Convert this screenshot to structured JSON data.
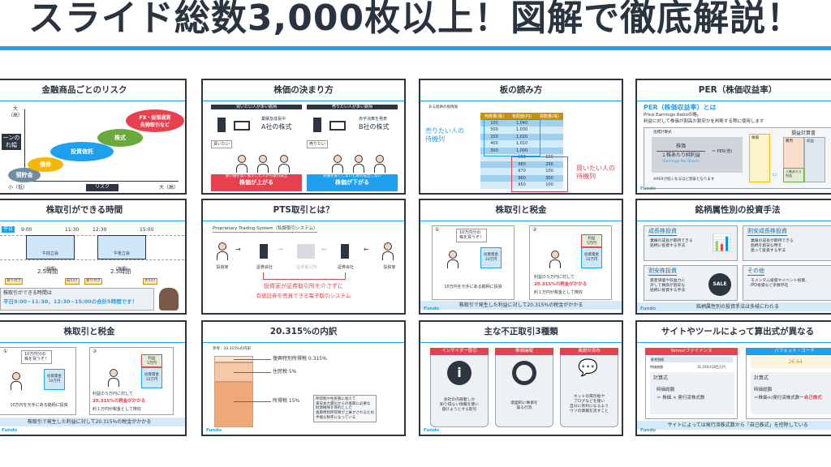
{
  "header": {
    "title": "スライド総数3,000枚以上！図解で徹底解説！",
    "accent": "#1ea0f0"
  },
  "s1": {
    "title": "金融商品ごとのリスク",
    "y_top": "大\n（高）",
    "y_label": "ーンの\nれ幅",
    "items": [
      "預貯金",
      "債券",
      "投資信託",
      "株式",
      "FX・仮想通貨\n先物取引など"
    ],
    "x_low": "小（低）",
    "x_label": "リスク",
    "x_high": "大（高）"
  },
  "s2": {
    "title": "株価の決まり方",
    "left_head": "買いたい人が多い銘柄",
    "right_head": "売りたい人が多い銘柄",
    "a_sub": "業績急成長中",
    "a_name": "A社の株式",
    "b_sub": "赤字決算を発表",
    "b_name": "B社の株式",
    "buy_bubble": "買いたい",
    "sell_bubble": "売りたい",
    "red_line1": "買い値を高く提示した人から取引成立",
    "red_line2": "株価が上がる",
    "blue_line1": "売値を安くしないと取引成立しない",
    "blue_line2": "株価が下がる"
  },
  "s3": {
    "title": "板の読み方",
    "caption": "ある銘柄の板情報",
    "headers": [
      "売数量(株)",
      "気配値(円)",
      "買数量(株)"
    ],
    "rows": [
      [
        "100",
        "1,040",
        ""
      ],
      [
        "500",
        "1,030",
        ""
      ],
      [
        "200",
        "1,020",
        ""
      ],
      [
        "400",
        "1,010",
        ""
      ],
      [
        "300",
        "1,000",
        ""
      ],
      [
        "",
        "990",
        "100"
      ],
      [
        "",
        "980",
        "200"
      ],
      [
        "",
        "970",
        "100"
      ],
      [
        "",
        "960",
        "300"
      ],
      [
        "",
        "950",
        "100"
      ]
    ],
    "sell_queue": "売りたい人の\n待機列",
    "buy_queue": "買いたい人の\n待機列"
  },
  "s4": {
    "title": "PER（株価収益率）",
    "heading": "PER（株価収益率）とは",
    "line1": "Price Earnings Ratioの略。",
    "line2": "利益に対して株価が割高か割安かを判断する際に使用します",
    "formula_label": "指標計算式",
    "numerator": "株価",
    "denominator": "１株あたり純利益",
    "eps": "(Earnings Per Share)",
    "equals": "＝ PER(倍)",
    "note": "※PERが低くなるほど割安となります",
    "price_box": "株価",
    "pl_title": "損益計算書",
    "cost": "費用",
    "revenue": "収益",
    "profit": "１株あたり\n利益",
    "logo": "Fundo"
  },
  "s5": {
    "title": "株取引ができる時間",
    "tag": "平日",
    "times": [
      "9:00",
      "11:30",
      "12:30",
      "15:00"
    ],
    "am": "午前立会\n（前場）",
    "pm": "午後立会\n（後場）",
    "dur": "2.5時間",
    "marks": [
      "寄り付き",
      "前引け",
      "寄り付き",
      "大引け"
    ],
    "msg1": "株取引ができる時間は",
    "msg2": "平日9:00~11:30、12:30~15:00の合計5時間です！"
  },
  "s6": {
    "title": "PTS取引とは？",
    "subtitle": "Proprietary Trading System（私設取引システム）",
    "nodes": [
      "投資家",
      "証券会社",
      "証券取引所",
      "証券会社",
      "投資家"
    ],
    "red1": "投資家が証券取引所を介さずに",
    "red2": "有価証券を売買できる電子取引システム"
  },
  "s7": {
    "title": "株取引と税金",
    "n1": "①",
    "bubble": "10万円分の\n株を買うぞ！",
    "fund": "投資資金\n10万円",
    "cap1": "10万円を元手にある銘柄に投資",
    "n2": "②",
    "profit": "利益\n5万円",
    "txt1": "利益の５万円に対して",
    "txt2": "20.315%の税金がかかる",
    "txt3": "約１万円が税金として徴収",
    "band": "株取引で発生した利益に対して20.315%の税金がかかる",
    "logo": "Fundo"
  },
  "s8": {
    "title": "銘柄属性別の投資手法",
    "cards": [
      {
        "h": "成長株投資",
        "d": "業績の成長が期待できる\n銘柄に投資する手法"
      },
      {
        "h": "割安成長株投資",
        "d": "業績の成長が期待できる\n銘柄を割安な時を\n狙って投資する手法"
      },
      {
        "h": "割安株投資",
        "d": "資産価値や収益力に\n対して株価が割安な\n銘柄に投資する手法"
      },
      {
        "h": "その他",
        "d": "モメンタム投資やイベント投資、\nIPO投資など多数存在"
      }
    ],
    "sale": "SALE",
    "band": "銘柄属性別の投資手法は多岐にわたる",
    "logo": "Fundo"
  },
  "s10": {
    "title": "20.315%の内訳",
    "caption": "参考：20.315%の内訳",
    "l1": "復興特別所得税 0.315%",
    "l2": "住民税 5%",
    "l3": "所得税 15%",
    "note": "所得税や住民税に加えて\n東日本大震災からの復興に必要な\n財源確保を目的とした\n復興特別所得税が上乗せされるため\n半端な税率になっている",
    "logo": "Fundo"
  },
  "s11": {
    "title": "主な不正取引3種類",
    "cards": [
      {
        "h": "インサイダー取引",
        "d": "会社の内部者しか\n知り得ない情報を使い\n儲けようとする取引"
      },
      {
        "h": "株価操縦",
        "d": "意図的に株価を\n操る行為"
      },
      {
        "h": "風説の流布",
        "d": "ネットの掲示板や\nブログなどを使い\n自分に有利になるよう\nウソの情報を流すこと"
      }
    ],
    "logo": "Fundo"
  },
  "s12": {
    "title": "サイトやツールによって算出式が異なる",
    "yahoo": "Yahoo!ファイナンス",
    "ref": "参考指標",
    "mcap": "時価総額",
    "mcap_val": "31,109,418百万円",
    "calc": "計算式",
    "y_formula1": "時価総額",
    "y_formula2": "＝ 株価 × 発行済株式数",
    "buffett": "バフェット・コード",
    "b_val": "26.64",
    "b_formula1": "時価総額",
    "b_formula2": "＝株価×(発行済株式数ー",
    "b_formula3": "自己株式",
    "band": "サイトによっては発行済株式数から「自己株式」を控除している",
    "logo": "Fundo"
  }
}
